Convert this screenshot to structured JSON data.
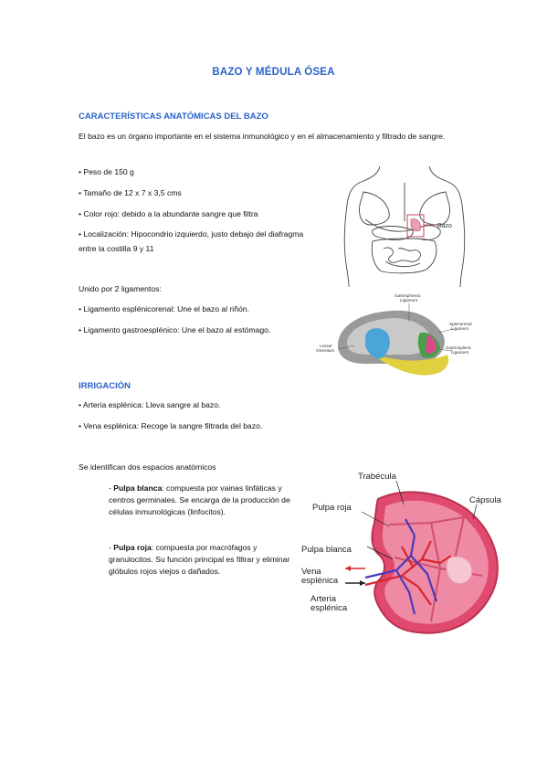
{
  "title": "BAZO Y MÉDULA ÓSEA",
  "section1": {
    "heading": "CARACTERÍSTICAS ANATÓMICAS DEL BAZO",
    "intro": "El bazo es un órgano importante en el sistema inmunológico y en el almacenamiento y filtrado de sangre.",
    "bullets": [
      "Peso de 150 g",
      "Tamaño de 12 x 7 x 3,5 cms",
      "Color rojo: debido a la abundante sangre que filtra",
      "Localización: Hipocondrio izquierdo, justo debajo del diafragma entre la costilla 9 y 11"
    ],
    "ligaments_intro": "Unido por 2 ligamentos:",
    "ligaments": [
      "Ligamento esplénicorenal: Une el bazo al riñón.",
      "Ligamento gastroesplénico: Une el bazo al estómago."
    ]
  },
  "section2": {
    "heading": "IRRIGACIÓN",
    "bullets": [
      "Arteria esplénica: Lleva sangre al bazo.",
      "Vena esplénica: Recoge la sangre filtrada del bazo."
    ]
  },
  "section3": {
    "intro": "Se identifican dos espacios anatómicos",
    "items": [
      {
        "term": "Pulpa blanca",
        "text": ": compuesta por vainas linfáticas y centros germinales. Se encarga de la producción de células inmunológicas (linfocitos)."
      },
      {
        "term": "Pulpa roja",
        "text": ": compuesta por macrófagos y granulocitos. Su función principal es filtrar y eliminar glóbulos rojos viejos o dañados."
      }
    ]
  },
  "figures": {
    "torso_label": "Bazo",
    "ligament_labels": {
      "gastrophrenic_1": "Gastrophrenic",
      "gastrophrenic_2": "Ligament",
      "splenorenal_1": "Splenorenal",
      "splenorenal_2": "Ligament",
      "gastrosplenic_1": "Gastrosplenic",
      "gastrosplenic_2": "Ligament",
      "lesser_1": "Lesser",
      "lesser_2": "Omentum"
    },
    "spleen_labels": {
      "trabecula": "Trabécula",
      "capsula": "Cápsula",
      "pulpa_roja": "Pulpa roja",
      "pulpa_blanca": "Pulpa blanca",
      "vena_1": "Vena",
      "vena_2": "esplénica",
      "arteria_1": "Arteria",
      "arteria_2": "esplénica"
    }
  },
  "colors": {
    "heading": "#2a62c9",
    "spleen": "#c8465f",
    "artery": "#d8262e",
    "vein": "#4a3bb8"
  }
}
